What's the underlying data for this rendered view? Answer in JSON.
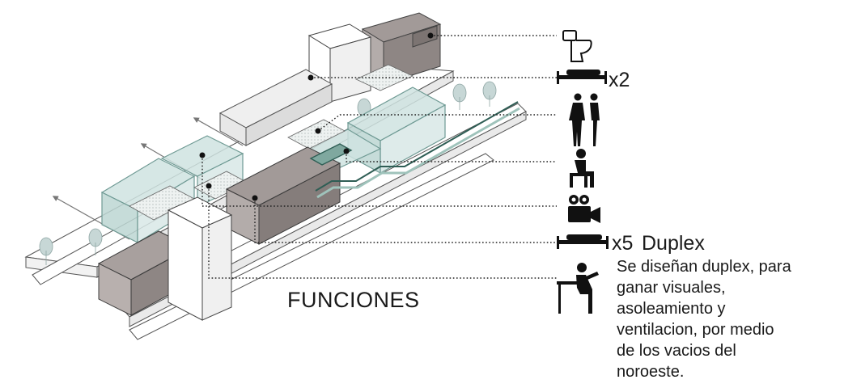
{
  "diagram": {
    "title": "FUNCIONES",
    "functions": [
      {
        "icon": "toilet-icon",
        "count": ""
      },
      {
        "icon": "bed-icon",
        "count": "x2"
      },
      {
        "icon": "people-standing-icon",
        "count": ""
      },
      {
        "icon": "seated-person-icon",
        "count": ""
      },
      {
        "icon": "video-camera-icon",
        "count": ""
      },
      {
        "icon": "bed-icon",
        "count": "x5",
        "label": "Duplex"
      },
      {
        "icon": "person-at-table-icon",
        "count": ""
      }
    ],
    "duplex_description": [
      "Se diseñan duplex, para",
      "ganar visuales,",
      "asoleamiento y",
      "ventilacion, por medio",
      "de los vacios del",
      "noroeste."
    ],
    "colors": {
      "glass_volume": "#cfe3e0",
      "glass_stroke": "#6f9a94",
      "dark_volume": "#8e8684",
      "light_volume": "#e6e6e6",
      "hatched_area": "#e9eeec",
      "line": "#222222"
    }
  }
}
